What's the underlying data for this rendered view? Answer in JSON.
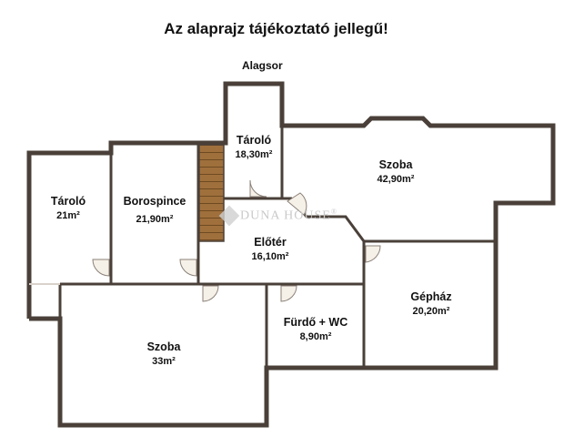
{
  "header": {
    "title": "Az alaprajz tájékoztató jellegű!",
    "level": "Alagsor"
  },
  "watermark": {
    "brand": "DUNA HOUSE",
    "mark": "®"
  },
  "colors": {
    "wall": "#4a4039",
    "stairs": "#a0703c",
    "door_fill": "#f6f1e8"
  },
  "rooms": [
    {
      "name": "Tároló",
      "area": "21m²"
    },
    {
      "name": "Borospince",
      "area": "21,90m²"
    },
    {
      "name": "Tároló",
      "area": "18,30m²"
    },
    {
      "name": "Szoba",
      "area": "42,90m²"
    },
    {
      "name": "Előtér",
      "area": "16,10m²"
    },
    {
      "name": "Gépház",
      "area": "20,20m²"
    },
    {
      "name": "Fürdő + WC",
      "area": "8,90m²"
    },
    {
      "name": "Szoba",
      "area": "33m²"
    }
  ]
}
